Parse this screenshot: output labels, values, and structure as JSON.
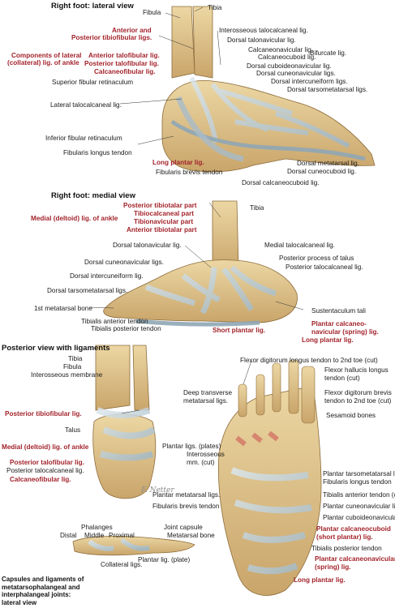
{
  "titles": {
    "lateral": "Right foot: lateral view",
    "medial": "Right foot: medial view",
    "posterior": "Posterior view with ligaments",
    "capsules": "Capsules and ligaments of\nmetatarsophalangeal and\ninterphalangeal joints:\nlateral view"
  },
  "lateral_labels": [
    {
      "text": "Fibula"
    },
    {
      "text": "Tibia"
    },
    {
      "text": "Anterior and"
    },
    {
      "text": "Posterior tibiofibular ligs."
    },
    {
      "text": "Interosseous talocalcaneal lig."
    },
    {
      "text": "Dorsal talonavicular lig."
    },
    {
      "text": "Calcaneonavicular lig."
    },
    {
      "text": "Calcaneocuboid lig."
    },
    {
      "text": "Bifurcate lig."
    },
    {
      "text": "Components of lateral"
    },
    {
      "text": "(collateral) lig. of ankle"
    },
    {
      "text": "Anterior talofibular lig."
    },
    {
      "text": "Posterior talofibular lig."
    },
    {
      "text": "Calcaneofibular lig."
    },
    {
      "text": "Dorsal cuboideonavicular lig."
    },
    {
      "text": "Dorsal cuneonavicular ligs."
    },
    {
      "text": "Superior fibular retinaculum"
    },
    {
      "text": "Dorsal intercuneiform ligs."
    },
    {
      "text": "Dorsal tarsometatarsal ligs."
    },
    {
      "text": "Lateral talocalcaneal lig."
    },
    {
      "text": "Inferior fibular retinaculum"
    },
    {
      "text": "Fibularis longus tendon"
    },
    {
      "text": "Dorsal metatarsal lig."
    },
    {
      "text": "Long plantar lig."
    },
    {
      "text": "Dorsal cuneocuboid lig."
    },
    {
      "text": "Fibularis brevis tendon"
    },
    {
      "text": "Dorsal calcaneocuboid lig."
    }
  ],
  "medial_labels": [
    {
      "text": "Posterior tibiotalar part"
    },
    {
      "text": "Tibiocalcaneal part"
    },
    {
      "text": "Tibionavicular part"
    },
    {
      "text": "Anterior tibiotalar part"
    },
    {
      "text": "Tibia"
    },
    {
      "text": "Medial (deltoid) lig. of ankle"
    },
    {
      "text": "Dorsal talonavicular lig."
    },
    {
      "text": "Medial talocalcaneal lig."
    },
    {
      "text": "Dorsal cuneonavicular ligs."
    },
    {
      "text": "Posterior process of talus"
    },
    {
      "text": "Dorsal intercuneiform lig."
    },
    {
      "text": "Posterior talocalcaneal lig."
    },
    {
      "text": "Dorsal tarsometatarsal ligs."
    },
    {
      "text": "1st metatarsal bone"
    },
    {
      "text": "Sustentaculum tali"
    },
    {
      "text": "Plantar calcaneo-"
    },
    {
      "text": "navicular (spring) lig."
    },
    {
      "text": "Tibialis anterior tendon"
    },
    {
      "text": "Tibialis posterior tendon"
    },
    {
      "text": "Short plantar lig."
    },
    {
      "text": "Long plantar lig."
    }
  ],
  "posterior_labels": [
    {
      "text": "Tibia"
    },
    {
      "text": "Fibula"
    },
    {
      "text": "Interosseous membrane"
    },
    {
      "text": "Posterior tibiofibular lig."
    },
    {
      "text": "Talus"
    },
    {
      "text": "Medial (deltoid) lig. of ankle"
    },
    {
      "text": "Posterior talofibular lig."
    },
    {
      "text": "Posterior talocalcaneal lig."
    },
    {
      "text": "Calcaneofibular lig."
    }
  ],
  "plantar_labels": [
    {
      "text": "Flexor digitorum longus tendon to 2nd toe (cut)"
    },
    {
      "text": "Flexor hallucis longus"
    },
    {
      "text": "tendon (cut)"
    },
    {
      "text": "Deep transverse"
    },
    {
      "text": "metatarsal ligs."
    },
    {
      "text": "Flexor digitorum brevis"
    },
    {
      "text": "tendon to 2nd toe (cut)"
    },
    {
      "text": "Sesamoid bones"
    },
    {
      "text": "Plantar ligs. (plates)"
    },
    {
      "text": "Interosseous"
    },
    {
      "text": "mm. (cut)"
    },
    {
      "text": "Plantar tarsometatarsal ligs."
    },
    {
      "text": "Fibularis longus tendon"
    },
    {
      "text": "Plantar metatarsal ligs."
    },
    {
      "text": "Tibialis anterior tendon (cut)"
    },
    {
      "text": "Fibularis brevis tendon"
    },
    {
      "text": "Plantar cuneonavicular lig."
    },
    {
      "text": "Plantar cuboideonavicular lig."
    },
    {
      "text": "Plantar calcaneocuboid"
    },
    {
      "text": "(short plantar) lig."
    },
    {
      "text": "Tibialis posterior tendon"
    },
    {
      "text": "Plantar calcaneonavicular"
    },
    {
      "text": "(spring) lig."
    },
    {
      "text": "Long plantar lig."
    }
  ],
  "capsule_labels": [
    {
      "text": "Phalanges"
    },
    {
      "text": "Distal"
    },
    {
      "text": "Middle"
    },
    {
      "text": "Proximal"
    },
    {
      "text": "Joint capsule"
    },
    {
      "text": "Metatarsal bone"
    },
    {
      "text": "Collateral ligs."
    },
    {
      "text": "Plantar lig. (plate)"
    }
  ],
  "signature": "F. Netter",
  "colors": {
    "bone": "#dcc28a",
    "bone_shade": "#b8945a",
    "ligament": "#b9cbd6",
    "ligament_dark": "#7f98a8",
    "label_red": "#a3242c"
  }
}
